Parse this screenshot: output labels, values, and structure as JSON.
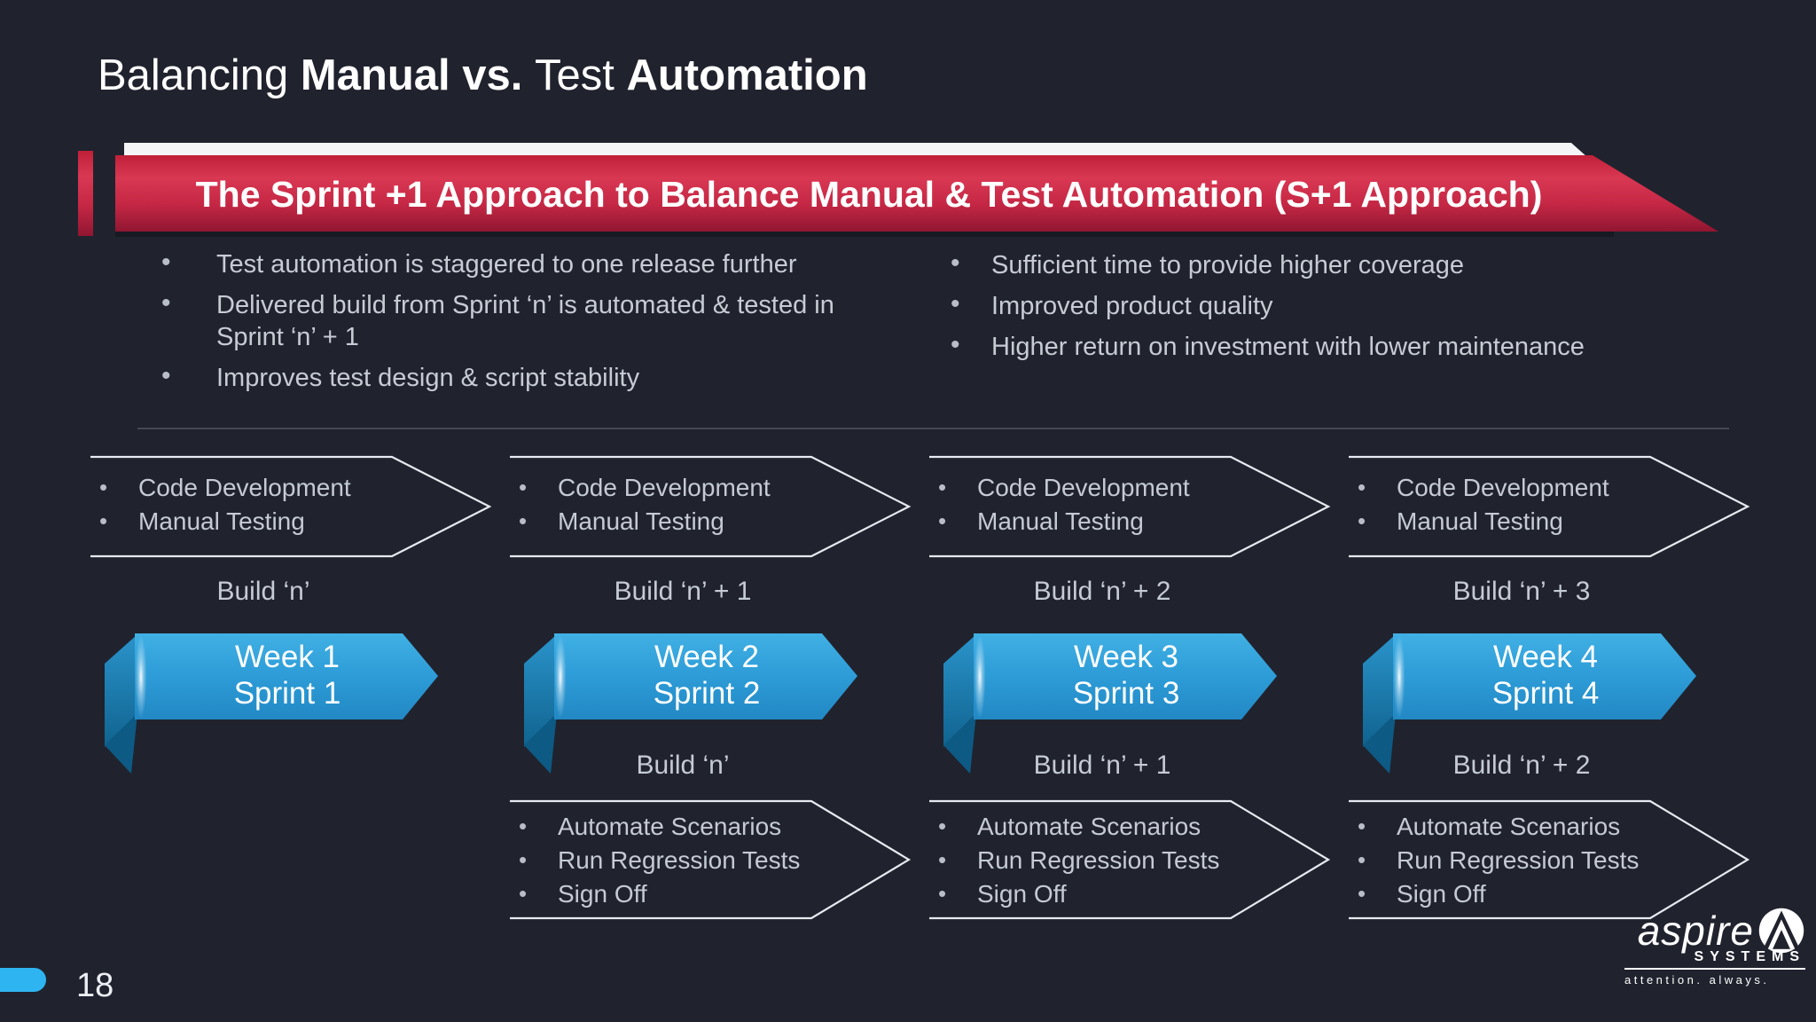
{
  "slide": {
    "title": {
      "prefix": "Balancing ",
      "bold1": "Manual vs. ",
      "mid": "Test ",
      "bold2": "Automation"
    },
    "banner_title": "The Sprint +1 Approach to Balance Manual & Test Automation (S+1 Approach)",
    "benefits_left": [
      {
        "line1": "Test automation is staggered to one release further",
        "line2": ""
      },
      {
        "line1": "Delivered build from Sprint ‘n’ is automated & tested in",
        "line2": "Sprint  ‘n’ + 1"
      },
      {
        "line1": "Improves test design & script stability",
        "line2": ""
      }
    ],
    "benefits_right": [
      {
        "line1": "Sufficient time to provide higher coverage"
      },
      {
        "line1": "Improved product quality"
      },
      {
        "line1": "Higher return on investment with lower maintenance"
      }
    ],
    "page_number": "18"
  },
  "columns": [
    {
      "dev_item1": "Code Development",
      "dev_item2": "Manual Testing",
      "build_top": "Build ‘n’",
      "week_line1": "Week 1",
      "week_line2": "Sprint 1"
    },
    {
      "dev_item1": "Code Development",
      "dev_item2": "Manual Testing",
      "build_top": "Build ‘n’ + 1",
      "week_line1": "Week 2",
      "week_line2": "Sprint 2",
      "build_bottom": "Build ‘n’",
      "auto_item1": "Automate Scenarios",
      "auto_item2": "Run Regression Tests",
      "auto_item3": "Sign Off"
    },
    {
      "dev_item1": "Code Development",
      "dev_item2": "Manual Testing",
      "build_top": "Build ‘n’ + 2",
      "week_line1": "Week 3",
      "week_line2": "Sprint 3",
      "build_bottom": "Build ‘n’ + 1",
      "auto_item1": "Automate Scenarios",
      "auto_item2": "Run Regression Tests",
      "auto_item3": "Sign Off"
    },
    {
      "dev_item1": "Code Development",
      "dev_item2": "Manual Testing",
      "build_top": "Build ‘n’ + 3",
      "week_line1": "Week 4",
      "week_line2": "Sprint 4",
      "build_bottom": "Build ‘n’ + 2",
      "auto_item1": "Automate Scenarios",
      "auto_item2": "Run Regression Tests",
      "auto_item3": "Sign Off"
    }
  ],
  "logo": {
    "brand": "aspire",
    "division": "SYSTEMS",
    "tagline": "attention.  always."
  },
  "colors": {
    "background": "#20232e",
    "banner_red": "#c9243f",
    "ribbon_blue": "#2d9dd8",
    "ribbon_fold_blue": "#1c7cb0",
    "page_pill_blue": "#2eb5f1",
    "text_light": "#c7ccd6",
    "chevron_outline": "#e6e9ef"
  }
}
